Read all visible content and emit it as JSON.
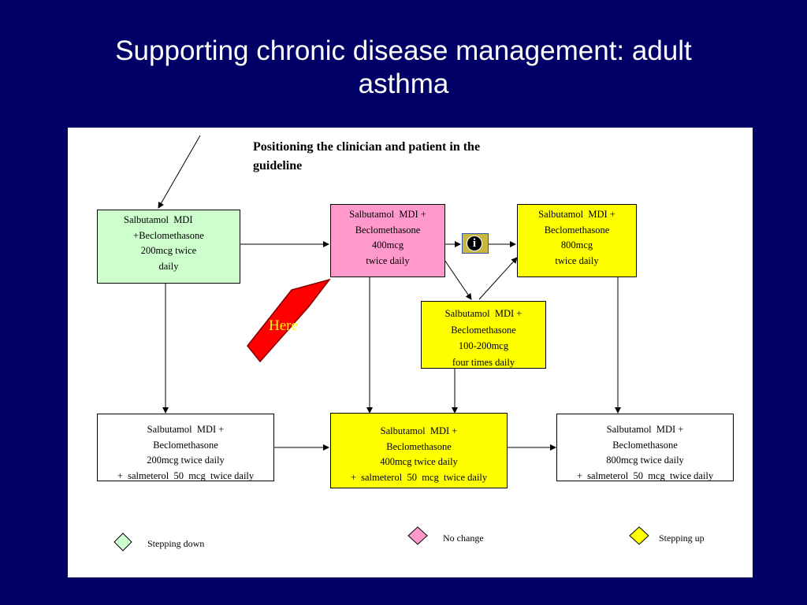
{
  "slide": {
    "title_line1": "Supporting chronic disease management: adult",
    "title_line2": "asthma"
  },
  "diagram": {
    "heading_line1": "Positioning the clinician and patient in the",
    "heading_line2": "guideline",
    "pointer_label": "Here",
    "info_symbol": "i",
    "boxes": {
      "green": [
        "Salbutamol  MDI",
        "+Beclomethasone",
        "200mcg twice",
        "daily"
      ],
      "pink": [
        "Salbutamol  MDI +",
        "Beclomethasone",
        "400mcg",
        "twice daily"
      ],
      "yellow_top": [
        "Salbutamol  MDI +",
        "Beclomethasone",
        "800mcg",
        "twice daily"
      ],
      "yellow_mid": [
        "Salbutamol  MDI +",
        "Beclomethasone",
        "100-200mcg",
        "four times daily"
      ],
      "bottom_left": [
        "Salbutamol  MDI +",
        "Beclomethasone",
        "200mcg twice daily",
        "+  salmeterol  50  mcg  twice daily"
      ],
      "bottom_mid": [
        "Salbutamol  MDI +",
        "Beclomethasone",
        "400mcg twice daily",
        "+  salmeterol  50  mcg  twice daily"
      ],
      "bottom_right": [
        "Salbutamol  MDI +",
        "Beclomethasone",
        "800mcg twice daily",
        "+  salmeterol  50  mcg  twice daily"
      ]
    },
    "legend": {
      "stepping_down": "Stepping down",
      "no_change": "No change",
      "stepping_up": "Stepping up"
    },
    "colors": {
      "background": "#000066",
      "stepping_down": "#ccffcc",
      "no_change": "#ff99cc",
      "stepping_up": "#ffff00",
      "pointer": "#ff0000",
      "pointer_text": "#ffff00"
    }
  }
}
